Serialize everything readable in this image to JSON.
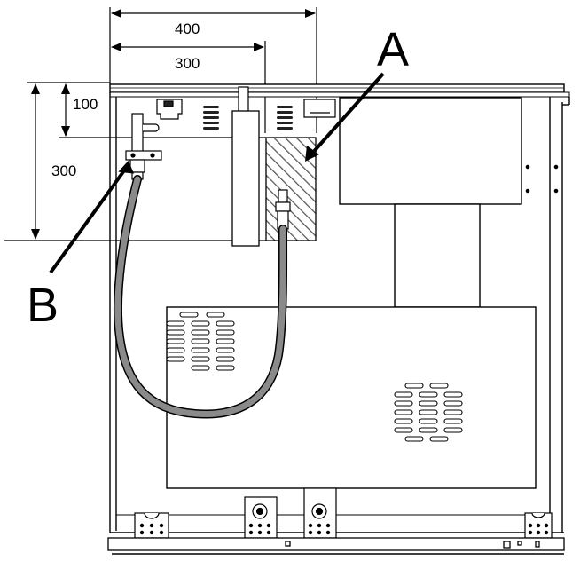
{
  "dimensions": {
    "width_400": "400",
    "width_300": "300",
    "height_100": "100",
    "height_300": "300"
  },
  "labels": {
    "a": "A",
    "b": "B"
  },
  "colors": {
    "line": "#000000",
    "hose": "#8a8a8a",
    "hatch": "#555555"
  }
}
